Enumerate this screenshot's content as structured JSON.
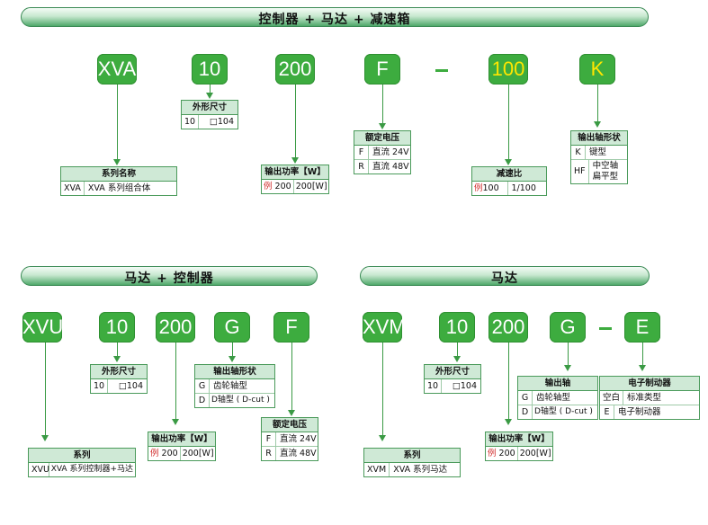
{
  "section1": {
    "title": "控制器 + 马达 + 减速箱",
    "codes": [
      "XVA",
      "10",
      "200",
      "F",
      "100",
      "K"
    ],
    "dash": "–",
    "series_box": {
      "header": "系列名称",
      "rows": [
        [
          "XVA",
          "XVA 系列组合体"
        ]
      ]
    },
    "size_box": {
      "header": "外形尺寸",
      "rows": [
        [
          "10",
          "□104"
        ]
      ]
    },
    "power_box": {
      "header": "输出功率【W】",
      "rows": [
        [
          "例",
          "200",
          "200[W]"
        ]
      ]
    },
    "voltage_box": {
      "header": "额定电压",
      "rows": [
        [
          "F",
          "直流 24V"
        ],
        [
          "R",
          "直流 48V"
        ]
      ]
    },
    "ratio_box": {
      "header": "减速比",
      "rows": [
        [
          "例",
          "100",
          "1/100"
        ]
      ]
    },
    "shaft_box": {
      "header": "输出轴形状",
      "rows": [
        [
          "K",
          "键型"
        ],
        [
          "HF",
          "中空轴 扁平型"
        ]
      ]
    }
  },
  "section2": {
    "title": "马达 + 控制器",
    "codes": [
      "XVU",
      "10",
      "200",
      "G",
      "F"
    ],
    "series_box": {
      "header": "系列",
      "rows": [
        [
          "XVU",
          "XVA 系列控制器+马达"
        ]
      ]
    },
    "size_box": {
      "header": "外形尺寸",
      "rows": [
        [
          "10",
          "□104"
        ]
      ]
    },
    "power_box": {
      "header": "输出功率【W】",
      "rows": [
        [
          "例",
          "200",
          "200[W]"
        ]
      ]
    },
    "shaft_box": {
      "header": "输出轴形状",
      "rows": [
        [
          "G",
          "齿轮轴型"
        ],
        [
          "D",
          "D轴型 ( D-cut )"
        ]
      ]
    },
    "voltage_box": {
      "header": "额定电压",
      "rows": [
        [
          "F",
          "直流 24V"
        ],
        [
          "R",
          "直流 48V"
        ]
      ]
    }
  },
  "section3": {
    "title": "马达",
    "codes": [
      "XVM",
      "10",
      "200",
      "G",
      "E"
    ],
    "dash": "–",
    "series_box": {
      "header": "系列",
      "rows": [
        [
          "XVM",
          "XVA 系列马达"
        ]
      ]
    },
    "size_box": {
      "header": "外形尺寸",
      "rows": [
        [
          "10",
          "□104"
        ]
      ]
    },
    "power_box": {
      "header": "输出功率【W】",
      "rows": [
        [
          "例",
          "200",
          "200[W]"
        ]
      ]
    },
    "shaft_box": {
      "header": "输出轴",
      "rows": [
        [
          "G",
          "齿轮轴型"
        ],
        [
          "D",
          "D轴型 ( D-cut )"
        ]
      ]
    },
    "brake_box": {
      "header": "电子制动器",
      "rows": [
        [
          "空白",
          "标准类型"
        ],
        [
          "E",
          "电子制动器"
        ]
      ]
    }
  },
  "colors": {
    "code_bg": "#3dac3f",
    "code_text": "#ffffff",
    "highlight_text": "#ffe600",
    "example_red": "#d12a2a",
    "header_bg": "#cfe9d6"
  }
}
